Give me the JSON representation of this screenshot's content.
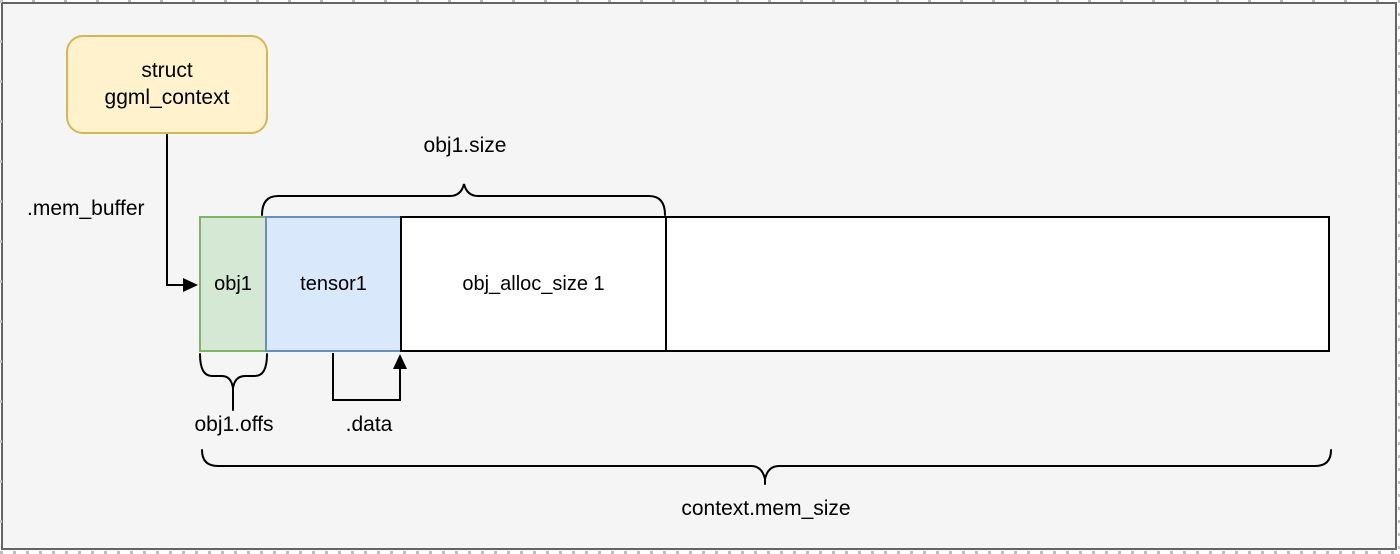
{
  "diagram": {
    "title_box": {
      "line1": "struct",
      "line2": "ggml_context"
    },
    "annotations": {
      "mem_buffer": ".mem_buffer",
      "obj1_size": "obj1.size",
      "obj1_offs": "obj1.offs",
      "data": ".data",
      "context_mem_size": "context.mem_size"
    },
    "memory_bar": {
      "segments": [
        {
          "label": "obj1",
          "fill": "#d5e8d4",
          "stroke": "#82b366"
        },
        {
          "label": "tensor1",
          "fill": "#dae8fc",
          "stroke": "#6c8ebf"
        },
        {
          "label": "obj_alloc_size 1",
          "fill": "#ffffff",
          "stroke": "#000000"
        },
        {
          "label": "",
          "fill": "#ffffff",
          "stroke": "#000000"
        }
      ]
    },
    "colors": {
      "canvas_background": "#f5f5f5",
      "frame_border": "#646464",
      "title_box_fill": "#fff2cc",
      "title_box_stroke": "#d6b656",
      "line_color": "#000000"
    }
  }
}
